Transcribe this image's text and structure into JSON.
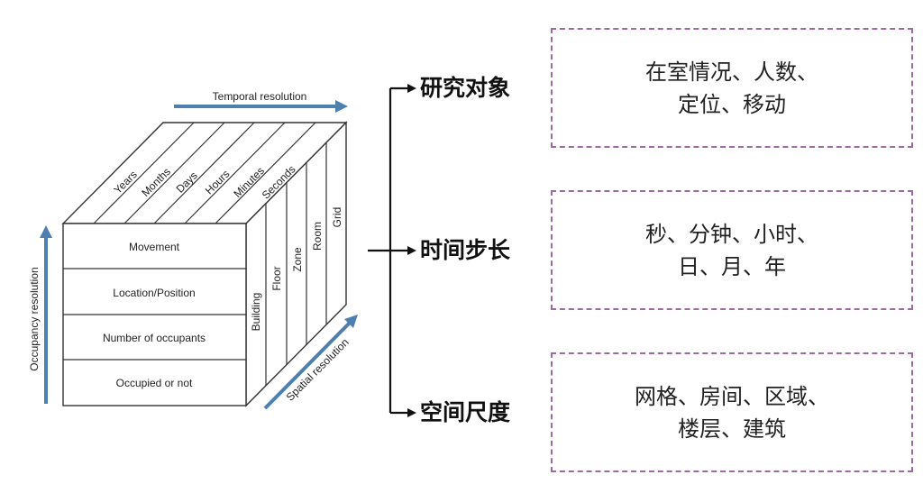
{
  "cube": {
    "temporal_axis_label": "Temporal resolution",
    "occupancy_axis_label": "Occupancy resolution",
    "spatial_axis_label": "Spatial resolution",
    "temporal_items": [
      "Years",
      "Months",
      "Days",
      "Hours",
      "Minutes",
      "Seconds"
    ],
    "occupancy_items": [
      "Movement",
      "Location/Position",
      "Number of occupants",
      "Occupied or not"
    ],
    "spatial_items": [
      "Building",
      "Floor",
      "Zone",
      "Room",
      "Grid"
    ],
    "arrow_color": "#4d7fb0"
  },
  "categories": [
    {
      "label": "研究对象",
      "lines": [
        "在室情况、人数、",
        "定位、移动"
      ]
    },
    {
      "label": "时间步长",
      "lines": [
        "秒、分钟、小时、",
        "日、月、年"
      ]
    },
    {
      "label": "空间尺度",
      "lines": [
        "网格、房间、区域、",
        "楼层、建筑"
      ]
    }
  ],
  "box_border_color": "#9a6aa0"
}
